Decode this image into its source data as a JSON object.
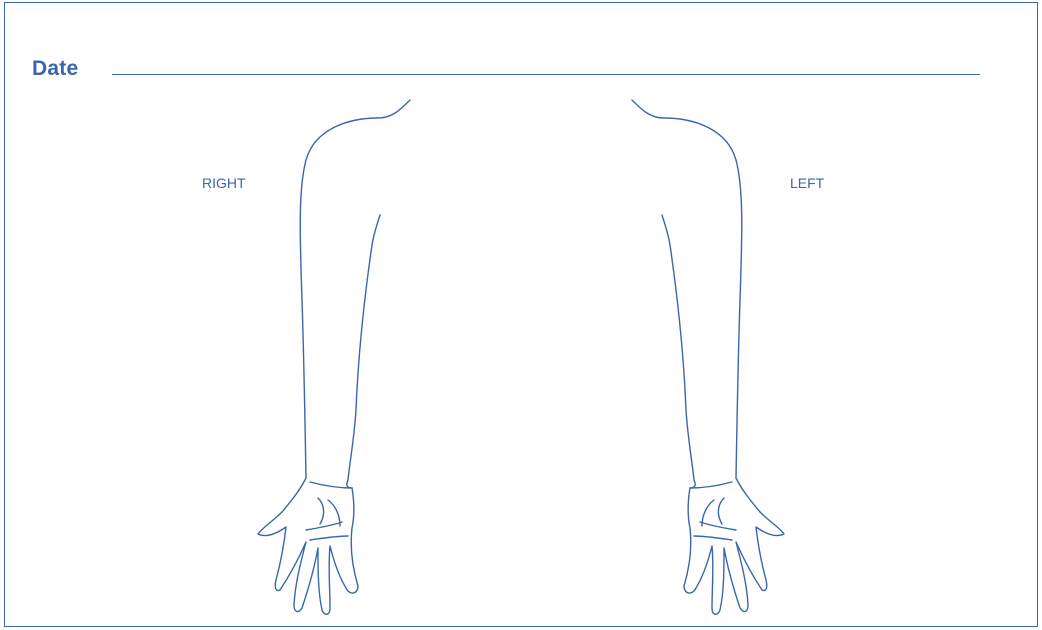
{
  "form": {
    "date_label": "Date",
    "date_value": "",
    "right_label": "RIGHT",
    "left_label": "LEFT"
  },
  "colors": {
    "ink": "#3a66ad",
    "background": "#ffffff"
  }
}
